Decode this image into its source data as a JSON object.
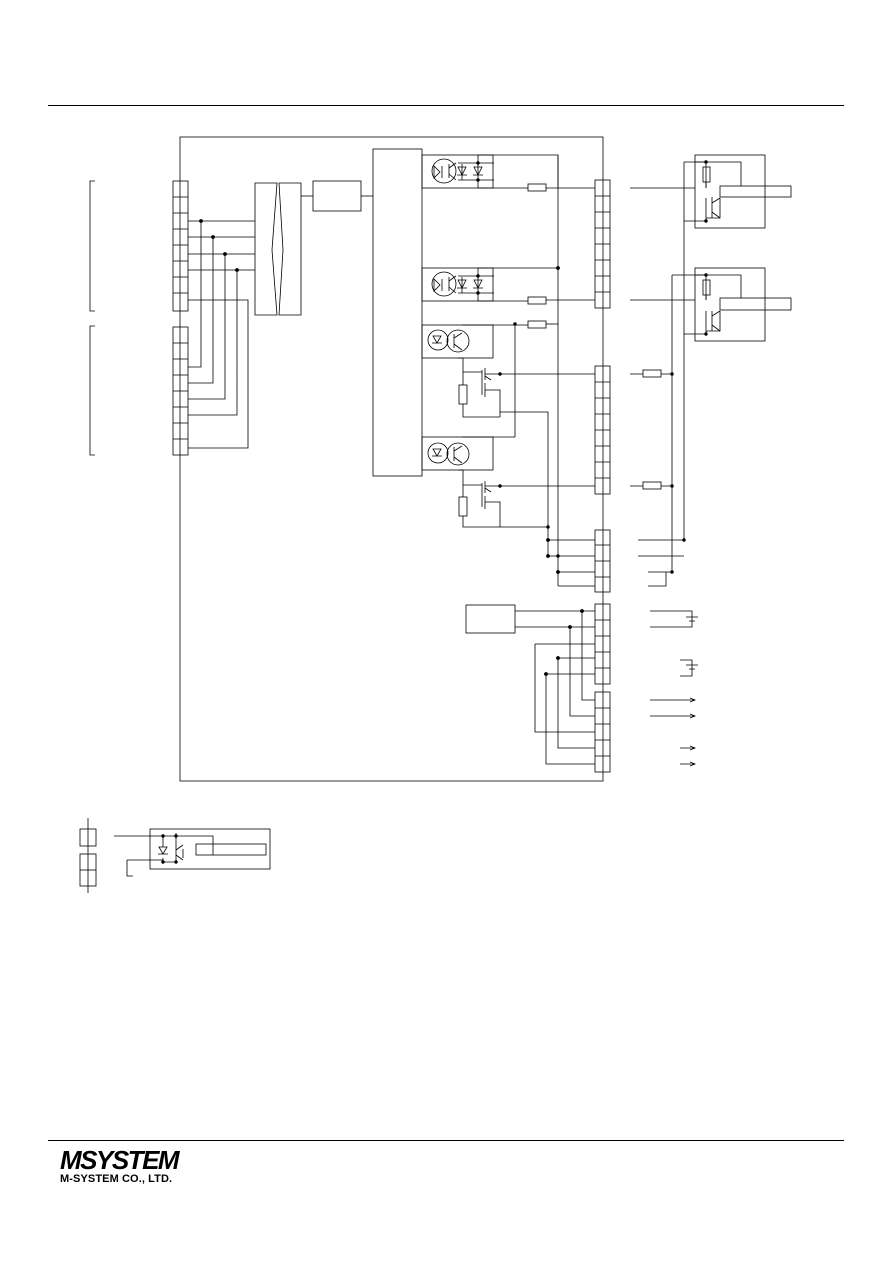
{
  "header": {
    "rule": "top-rule"
  },
  "diagram": {
    "kind": "terminal-connection-diagram",
    "left_terminal_blocks": [
      {
        "id": "upper-left",
        "terminals": 8
      },
      {
        "id": "lower-left",
        "terminals": 8
      }
    ],
    "right_terminal_blocks": [
      {
        "id": "right-1",
        "terminals": 8
      },
      {
        "id": "right-2",
        "terminals": 8
      },
      {
        "id": "right-3",
        "terminals": 4
      },
      {
        "id": "right-4",
        "terminals": 5
      },
      {
        "id": "right-5",
        "terminals": 5
      }
    ],
    "icons": [
      "photocoupler-icon",
      "diode-icon",
      "transistor-icon",
      "mosfet-icon",
      "resistor-icon",
      "ground-icon",
      "arrow-icon",
      "relay-icon"
    ]
  },
  "footer": {
    "brand": "MSYSTEM",
    "company": "M-SYSTEM CO., LTD.",
    "brand_color": "#000000"
  }
}
